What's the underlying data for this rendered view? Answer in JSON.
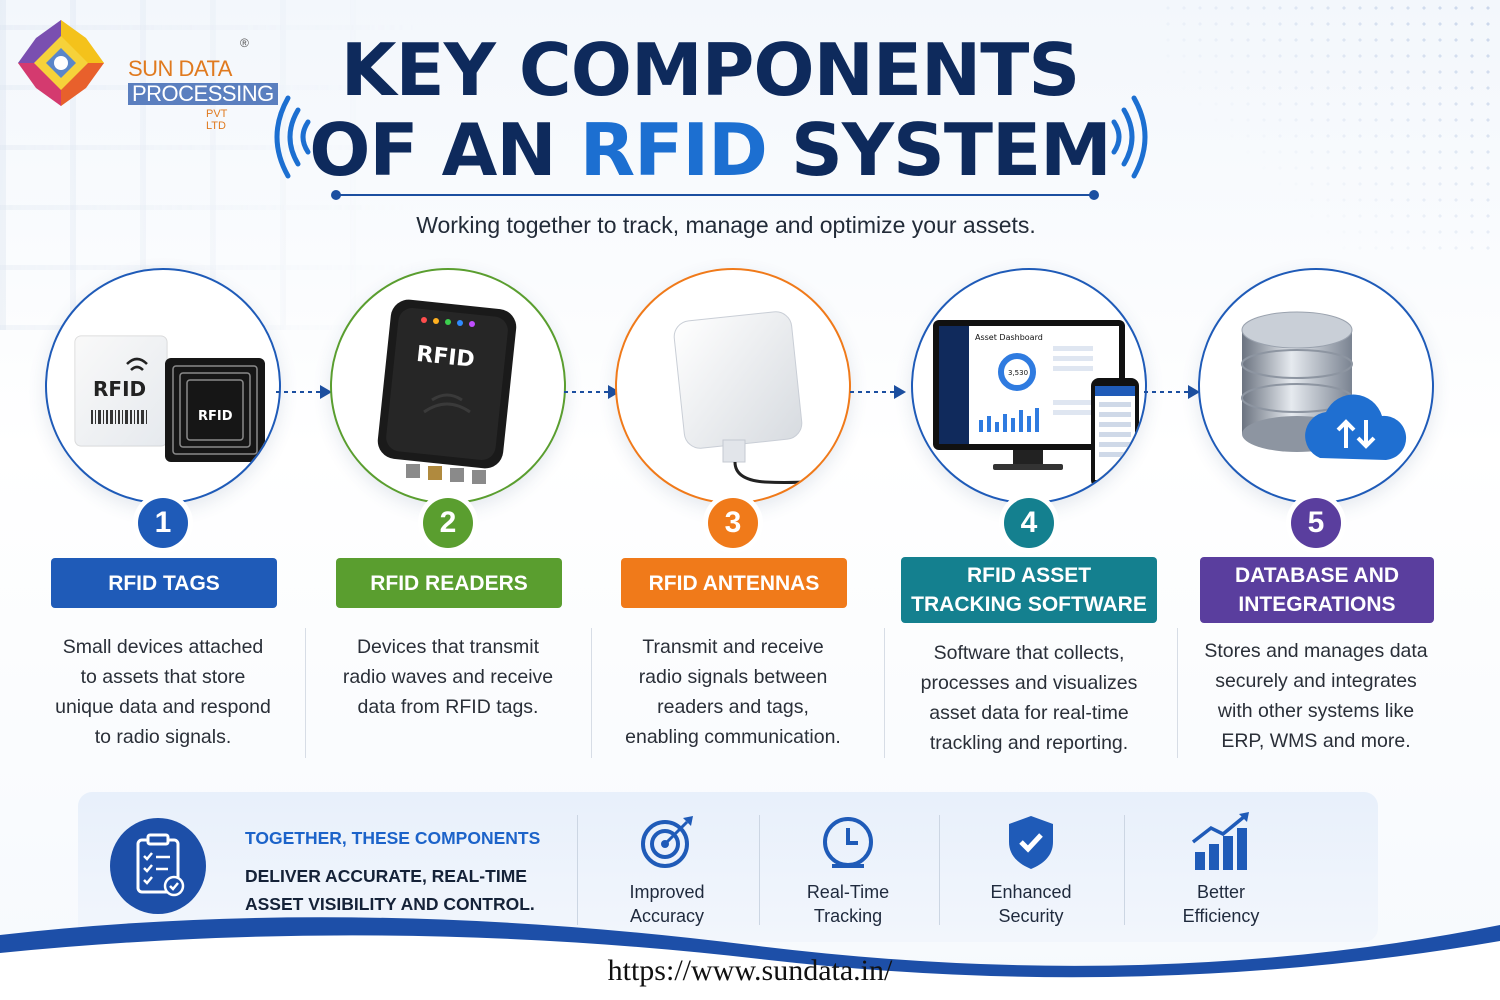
{
  "brand": {
    "name_line1": "SUN DATA",
    "name_line2": "PROCESSING",
    "name_line3": "PVT LTD",
    "registered": "®"
  },
  "title": {
    "line1": "KEY COMPONENTS",
    "line2_prefix": "OF AN ",
    "line2_accent": "RFID",
    "line2_suffix": " SYSTEM"
  },
  "subtitle": "Working together to track, manage and optimize your assets.",
  "colors": {
    "navy": "#0e2a5c",
    "accent_blue": "#1c6fd1",
    "comp1": "#1f5bb8",
    "comp2": "#5a9e2f",
    "comp3": "#f07a1a",
    "comp4": "#14808f",
    "comp5": "#5a3e9e"
  },
  "components": [
    {
      "number": "1",
      "label": "RFID TAGS",
      "description": [
        "Small devices attached",
        "to assets that store",
        "unique data and respond",
        "to radio signals."
      ],
      "image": {
        "tag1": "RFID",
        "tag2": "RFID"
      }
    },
    {
      "number": "2",
      "label": "RFID READERS",
      "description": [
        "Devices that transmit",
        "radio waves and receive",
        "data from RFID tags."
      ],
      "image": {
        "reader_text": "RFID"
      }
    },
    {
      "number": "3",
      "label": "RFID ANTENNAS",
      "description": [
        "Transmit and receive",
        "radio signals between",
        "readers and tags,",
        "enabling communication."
      ],
      "image": {}
    },
    {
      "number": "4",
      "label_line1": "RFID ASSET",
      "label_line2": "TRACKING SOFTWARE",
      "description": [
        "Software that collects,",
        "processes and visualizes",
        "asset data for real-time",
        "trackling and reporting."
      ],
      "image": {
        "dashboard_title": "Asset Dashboard",
        "gauge_value": "3,530"
      }
    },
    {
      "number": "5",
      "label_line1": "DATABASE AND",
      "label_line2": "INTEGRATIONS",
      "description": [
        "Stores and manages data",
        "securely and integrates",
        "with other systems like",
        "ERP, WMS and more."
      ],
      "image": {}
    }
  ],
  "summary": {
    "heading": "TOGETHER, THESE COMPONENTS",
    "line1": "DELIVER ACCURATE, REAL-TIME",
    "line2": "ASSET VISIBILITY AND CONTROL."
  },
  "benefits": [
    {
      "icon": "target-icon",
      "line1": "Improved",
      "line2": "Accuracy"
    },
    {
      "icon": "clock-icon",
      "line1": "Real-Time",
      "line2": "Tracking"
    },
    {
      "icon": "shield-check-icon",
      "line1": "Enhanced",
      "line2": "Security"
    },
    {
      "icon": "growth-chart-icon",
      "line1": "Better",
      "line2": "Efficiency"
    }
  ],
  "footer_url": "https://www.sundata.in/"
}
